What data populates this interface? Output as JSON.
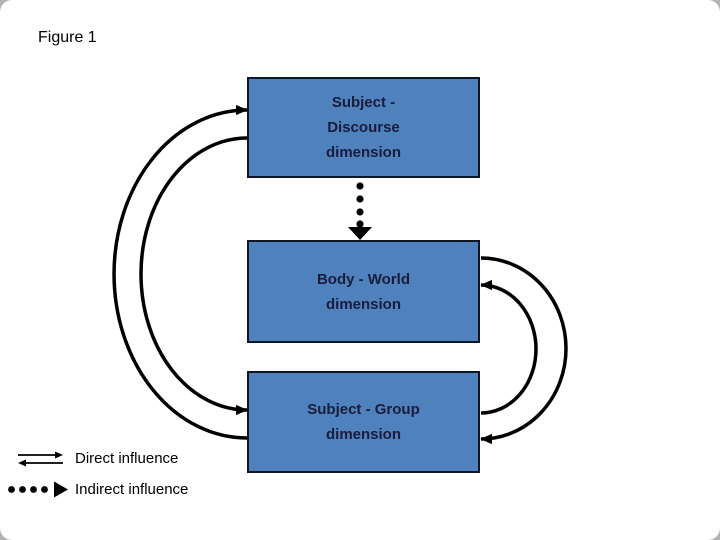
{
  "figure_title": "Figure 1",
  "diagram": {
    "boxes": {
      "top": {
        "id": "subject-discourse",
        "label": "Subject -\nDiscourse\ndimension"
      },
      "middle": {
        "id": "body-world",
        "label": "Body - World\ndimension"
      },
      "bottom": {
        "id": "subject-group",
        "label": "Subject - Group\ndimension"
      }
    },
    "connections": [
      {
        "from": "subject-discourse",
        "to": "body-world",
        "type": "indirect",
        "style": "dotted",
        "side": "center"
      },
      {
        "from": "subject-group",
        "to": "subject-discourse",
        "type": "direct",
        "style": "solid",
        "side": "left"
      },
      {
        "from": "subject-discourse",
        "to": "subject-group",
        "type": "direct",
        "style": "solid",
        "side": "left"
      },
      {
        "from": "body-world",
        "to": "subject-group",
        "type": "direct",
        "style": "solid",
        "side": "right"
      },
      {
        "from": "subject-group",
        "to": "body-world",
        "type": "direct",
        "style": "solid",
        "side": "right"
      }
    ]
  },
  "legend": {
    "items": [
      {
        "symbol": "double-arrow",
        "label": "Direct influence"
      },
      {
        "symbol": "dotted-arrow",
        "label": "Indirect influence"
      }
    ]
  },
  "colors": {
    "box_fill": "#4f81bd",
    "box_border": "#0d1626",
    "box_text": "#191c3b",
    "arrow": "#000000",
    "background": "#ffffff"
  }
}
